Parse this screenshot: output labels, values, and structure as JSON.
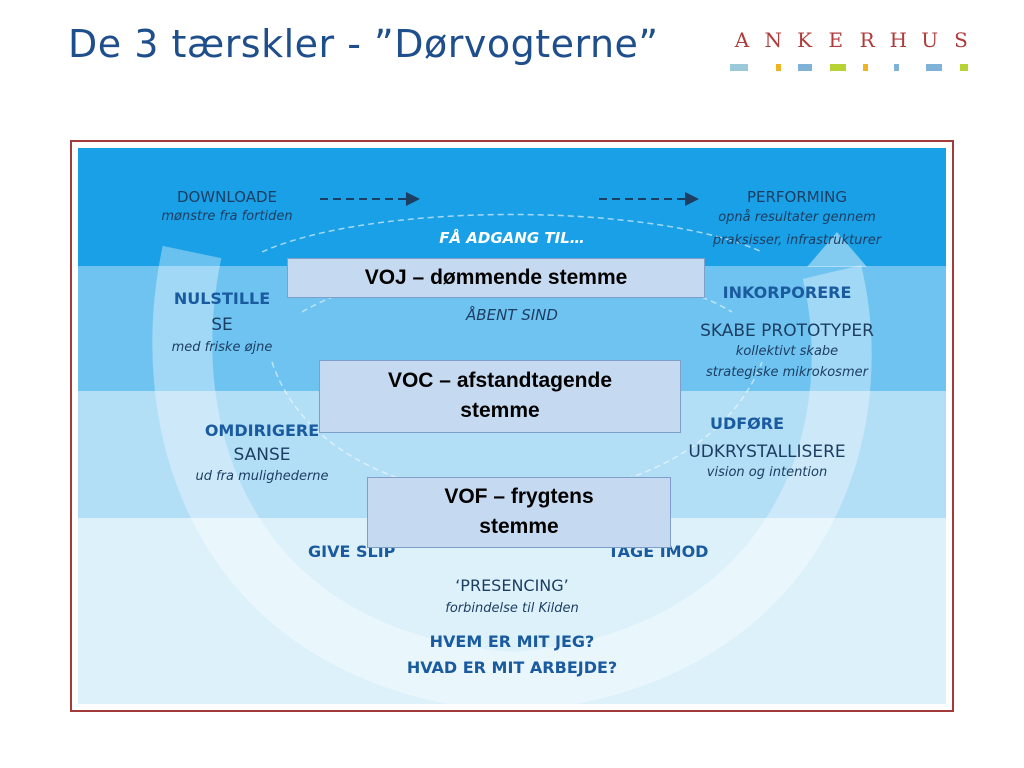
{
  "slide": {
    "title": "De 3 tærskler - ”Dørvogterne”"
  },
  "logo": {
    "letters": [
      "A",
      "N",
      "K",
      "E",
      "R",
      "H",
      "U",
      "S"
    ],
    "bar_colors": [
      "#9cc9d9",
      "#f0b323",
      "#7fb2d6",
      "#b5d334",
      "#f0b323",
      "#7fb2d6",
      "#7fb2d6",
      "#b5d334"
    ]
  },
  "diagram": {
    "top_left": {
      "title": "DOWNLOADE",
      "sub": "mønstre fra fortiden"
    },
    "top_right": {
      "title": "PERFORMING",
      "sub1": "opnå resultater gennem",
      "sub2": "praksisser, infrastrukturer"
    },
    "top_center": "FÅ ADGANG TIL…",
    "row2_left": {
      "title": "NULSTILLE",
      "verb": "SE",
      "sub": "med friske øjne"
    },
    "row2_center": "ÅBENT SIND",
    "row2_right": {
      "title": "INKORPORERE",
      "verb": "SKABE PROTOTYPER",
      "sub1": "kollektivt skabe",
      "sub2": "strategiske mikrokosmer"
    },
    "row3_left": {
      "title": "OMDIRIGERE",
      "verb": "SANSE",
      "sub": "ud fra mulighederne"
    },
    "row3_right": {
      "title": "UDFØRE",
      "verb": "UDKRYSTALLISERE",
      "sub": "vision og intention"
    },
    "row4": {
      "left": "GIVE SLIP",
      "right": "TAGE IMOD",
      "center_title": "‘PRESENCING’",
      "center_sub": "forbindelse til Kilden",
      "q1": "HVEM ER MIT JEG?",
      "q2": "HVAD ER MIT ARBEJDE?"
    },
    "band_colors": [
      "#1aa0e6",
      "#6ec3f0",
      "#b2def6",
      "#ddf1fb"
    ]
  },
  "voices": {
    "voj": "VOJ – dømmende stemme",
    "voc_line1": "VOC – afstandtagende",
    "voc_line2": "stemme",
    "vof_line1": "VOF – frygtens",
    "vof_line2": "stemme"
  }
}
